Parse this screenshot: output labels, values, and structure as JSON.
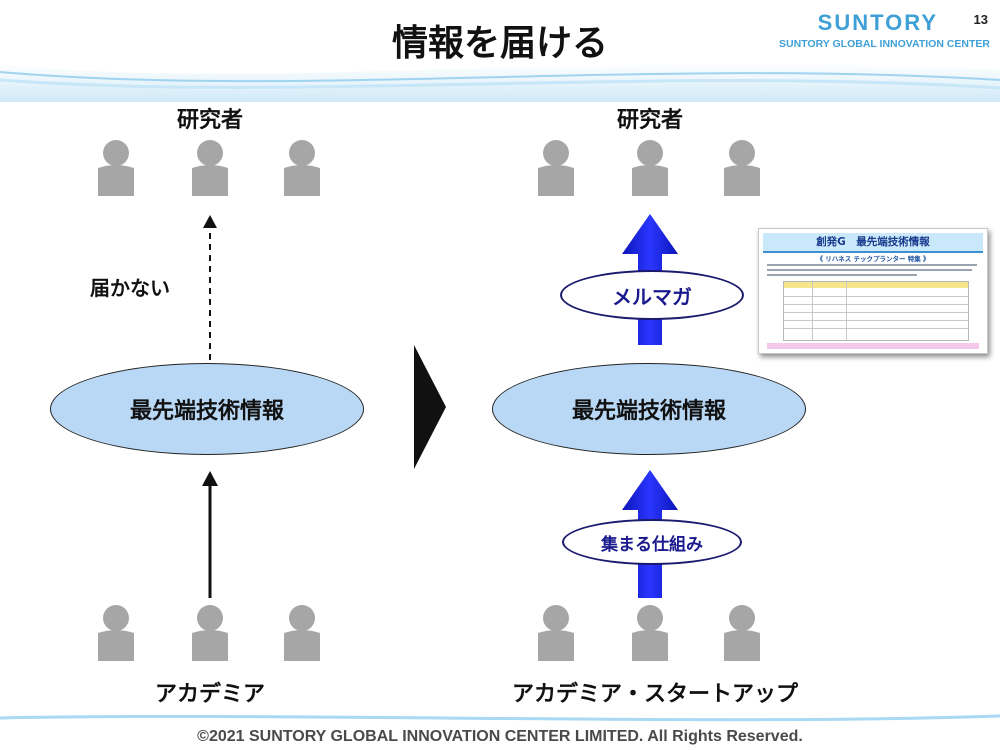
{
  "header": {
    "title": "情報を届ける",
    "logo": "SUNTORY",
    "logo_sub": "SUNTORY GLOBAL INNOVATION CENTER",
    "page_number": "13"
  },
  "left": {
    "top_label": "研究者",
    "dashed_label": "届かない",
    "center": "最先端技術情報",
    "bottom_label": "アカデミア"
  },
  "right": {
    "top_label": "研究者",
    "top_pill": "メルマガ",
    "center": "最先端技術情報",
    "bottom_pill": "集まる仕組み",
    "bottom_label": "アカデミア・スタートアップ",
    "newsletter_thumbnail": {
      "title": "創発G　最先端技術情報",
      "subtitle": "《 リハネス テックプランター 特集 》"
    }
  },
  "footer": {
    "copyright": "©2021 SUNTORY GLOBAL INNOVATION CENTER LIMITED. All Rights Reserved."
  },
  "colors": {
    "ellipse_fill": "#b9d8f5",
    "arrow_blue": "#1a24e6",
    "person_gray": "#a6a6a6",
    "pill_text": "#1a1a8e",
    "brand": "#3fa0d6"
  }
}
